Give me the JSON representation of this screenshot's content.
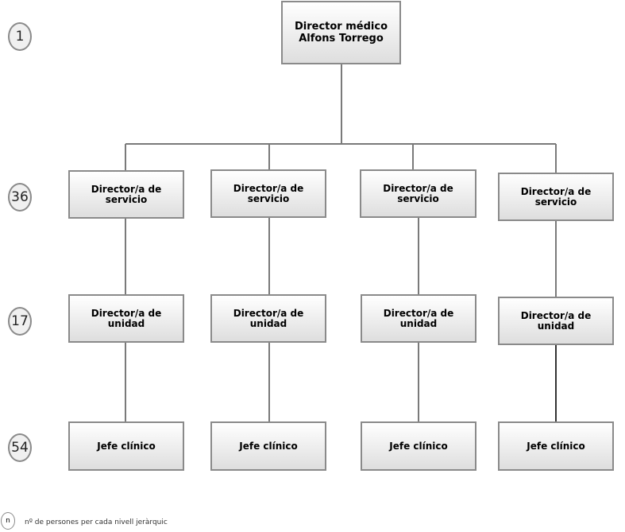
{
  "levels": [
    "1",
    "36",
    "17",
    "54"
  ],
  "top_node": {
    "line1": "Director médico",
    "line2": "Alfons Torrego"
  },
  "service_node": {
    "line1": "Director/a de",
    "line2": "servicio"
  },
  "unit_node": {
    "line1": "Director/a de",
    "line2": "unidad"
  },
  "chief_node": {
    "label": "Jefe clínico"
  },
  "legend": {
    "symbol": "n",
    "text": "nº de persones per cada nivell jeràrquic"
  }
}
